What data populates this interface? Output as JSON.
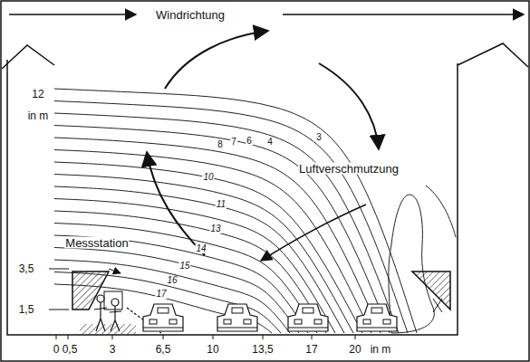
{
  "diagram": {
    "labels": [
      "Windrichtung",
      "12",
      "in m",
      "8",
      "7",
      "6",
      "4",
      "3",
      "10",
      "Luftverschmutzung",
      "11",
      "13",
      "Messstation",
      "14",
      "15",
      "16",
      "17",
      "3,5",
      "1,5",
      "0",
      "0,5",
      "3",
      "6,5",
      "10",
      "13,5",
      "17",
      "20",
      "in m"
    ]
  }
}
